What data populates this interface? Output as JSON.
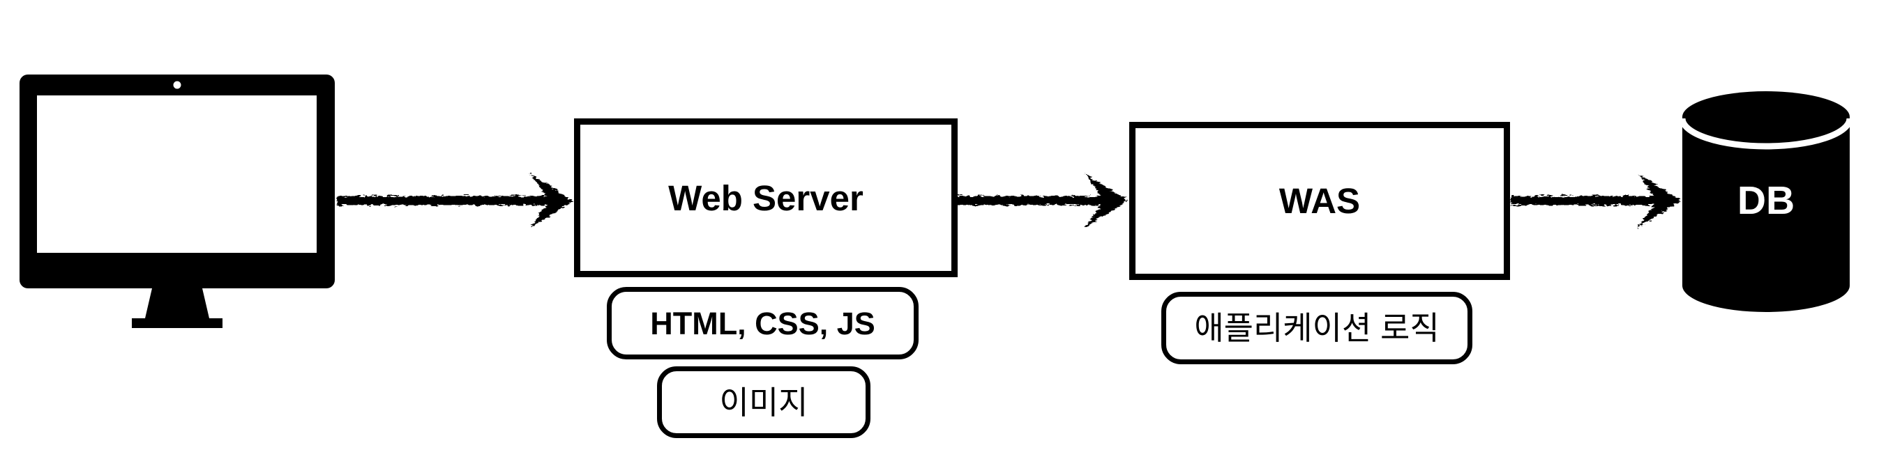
{
  "colors": {
    "ink": "#000000",
    "background": "#ffffff"
  },
  "nodes": {
    "client": {
      "icon": "desktop-monitor-icon"
    },
    "web_server": {
      "label": "Web Server"
    },
    "was": {
      "label": "WAS"
    },
    "db": {
      "label": "DB",
      "icon": "database-cylinder-icon"
    }
  },
  "pills": [
    {
      "label": "HTML, CSS, JS",
      "attached_to": "web_server"
    },
    {
      "label": "이미지",
      "attached_to": "web_server"
    },
    {
      "label": "애플리케이션 로직",
      "attached_to": "was"
    }
  ],
  "arrows": [
    {
      "from": "client",
      "to": "web_server",
      "style": "sketchy"
    },
    {
      "from": "web_server",
      "to": "was",
      "style": "sketchy"
    },
    {
      "from": "was",
      "to": "db",
      "style": "sketchy"
    }
  ]
}
